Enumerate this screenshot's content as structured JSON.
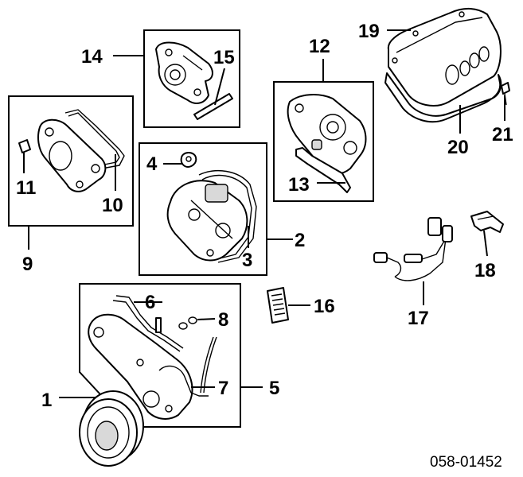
{
  "callouts": [
    {
      "id": "c1",
      "text": "1"
    },
    {
      "id": "c2",
      "text": "2"
    },
    {
      "id": "c3",
      "text": "3"
    },
    {
      "id": "c4",
      "text": "4"
    },
    {
      "id": "c5",
      "text": "5"
    },
    {
      "id": "c6",
      "text": "6"
    },
    {
      "id": "c7",
      "text": "7"
    },
    {
      "id": "c8",
      "text": "8"
    },
    {
      "id": "c9",
      "text": "9"
    },
    {
      "id": "c10",
      "text": "10"
    },
    {
      "id": "c11",
      "text": "11"
    },
    {
      "id": "c12",
      "text": "12"
    },
    {
      "id": "c13",
      "text": "13"
    },
    {
      "id": "c14",
      "text": "14"
    },
    {
      "id": "c15",
      "text": "15"
    },
    {
      "id": "c16",
      "text": "16"
    },
    {
      "id": "c17",
      "text": "17"
    },
    {
      "id": "c18",
      "text": "18"
    },
    {
      "id": "c19",
      "text": "19"
    },
    {
      "id": "c20",
      "text": "20"
    },
    {
      "id": "c21",
      "text": "21"
    }
  ],
  "diagram_code": "058-01452"
}
